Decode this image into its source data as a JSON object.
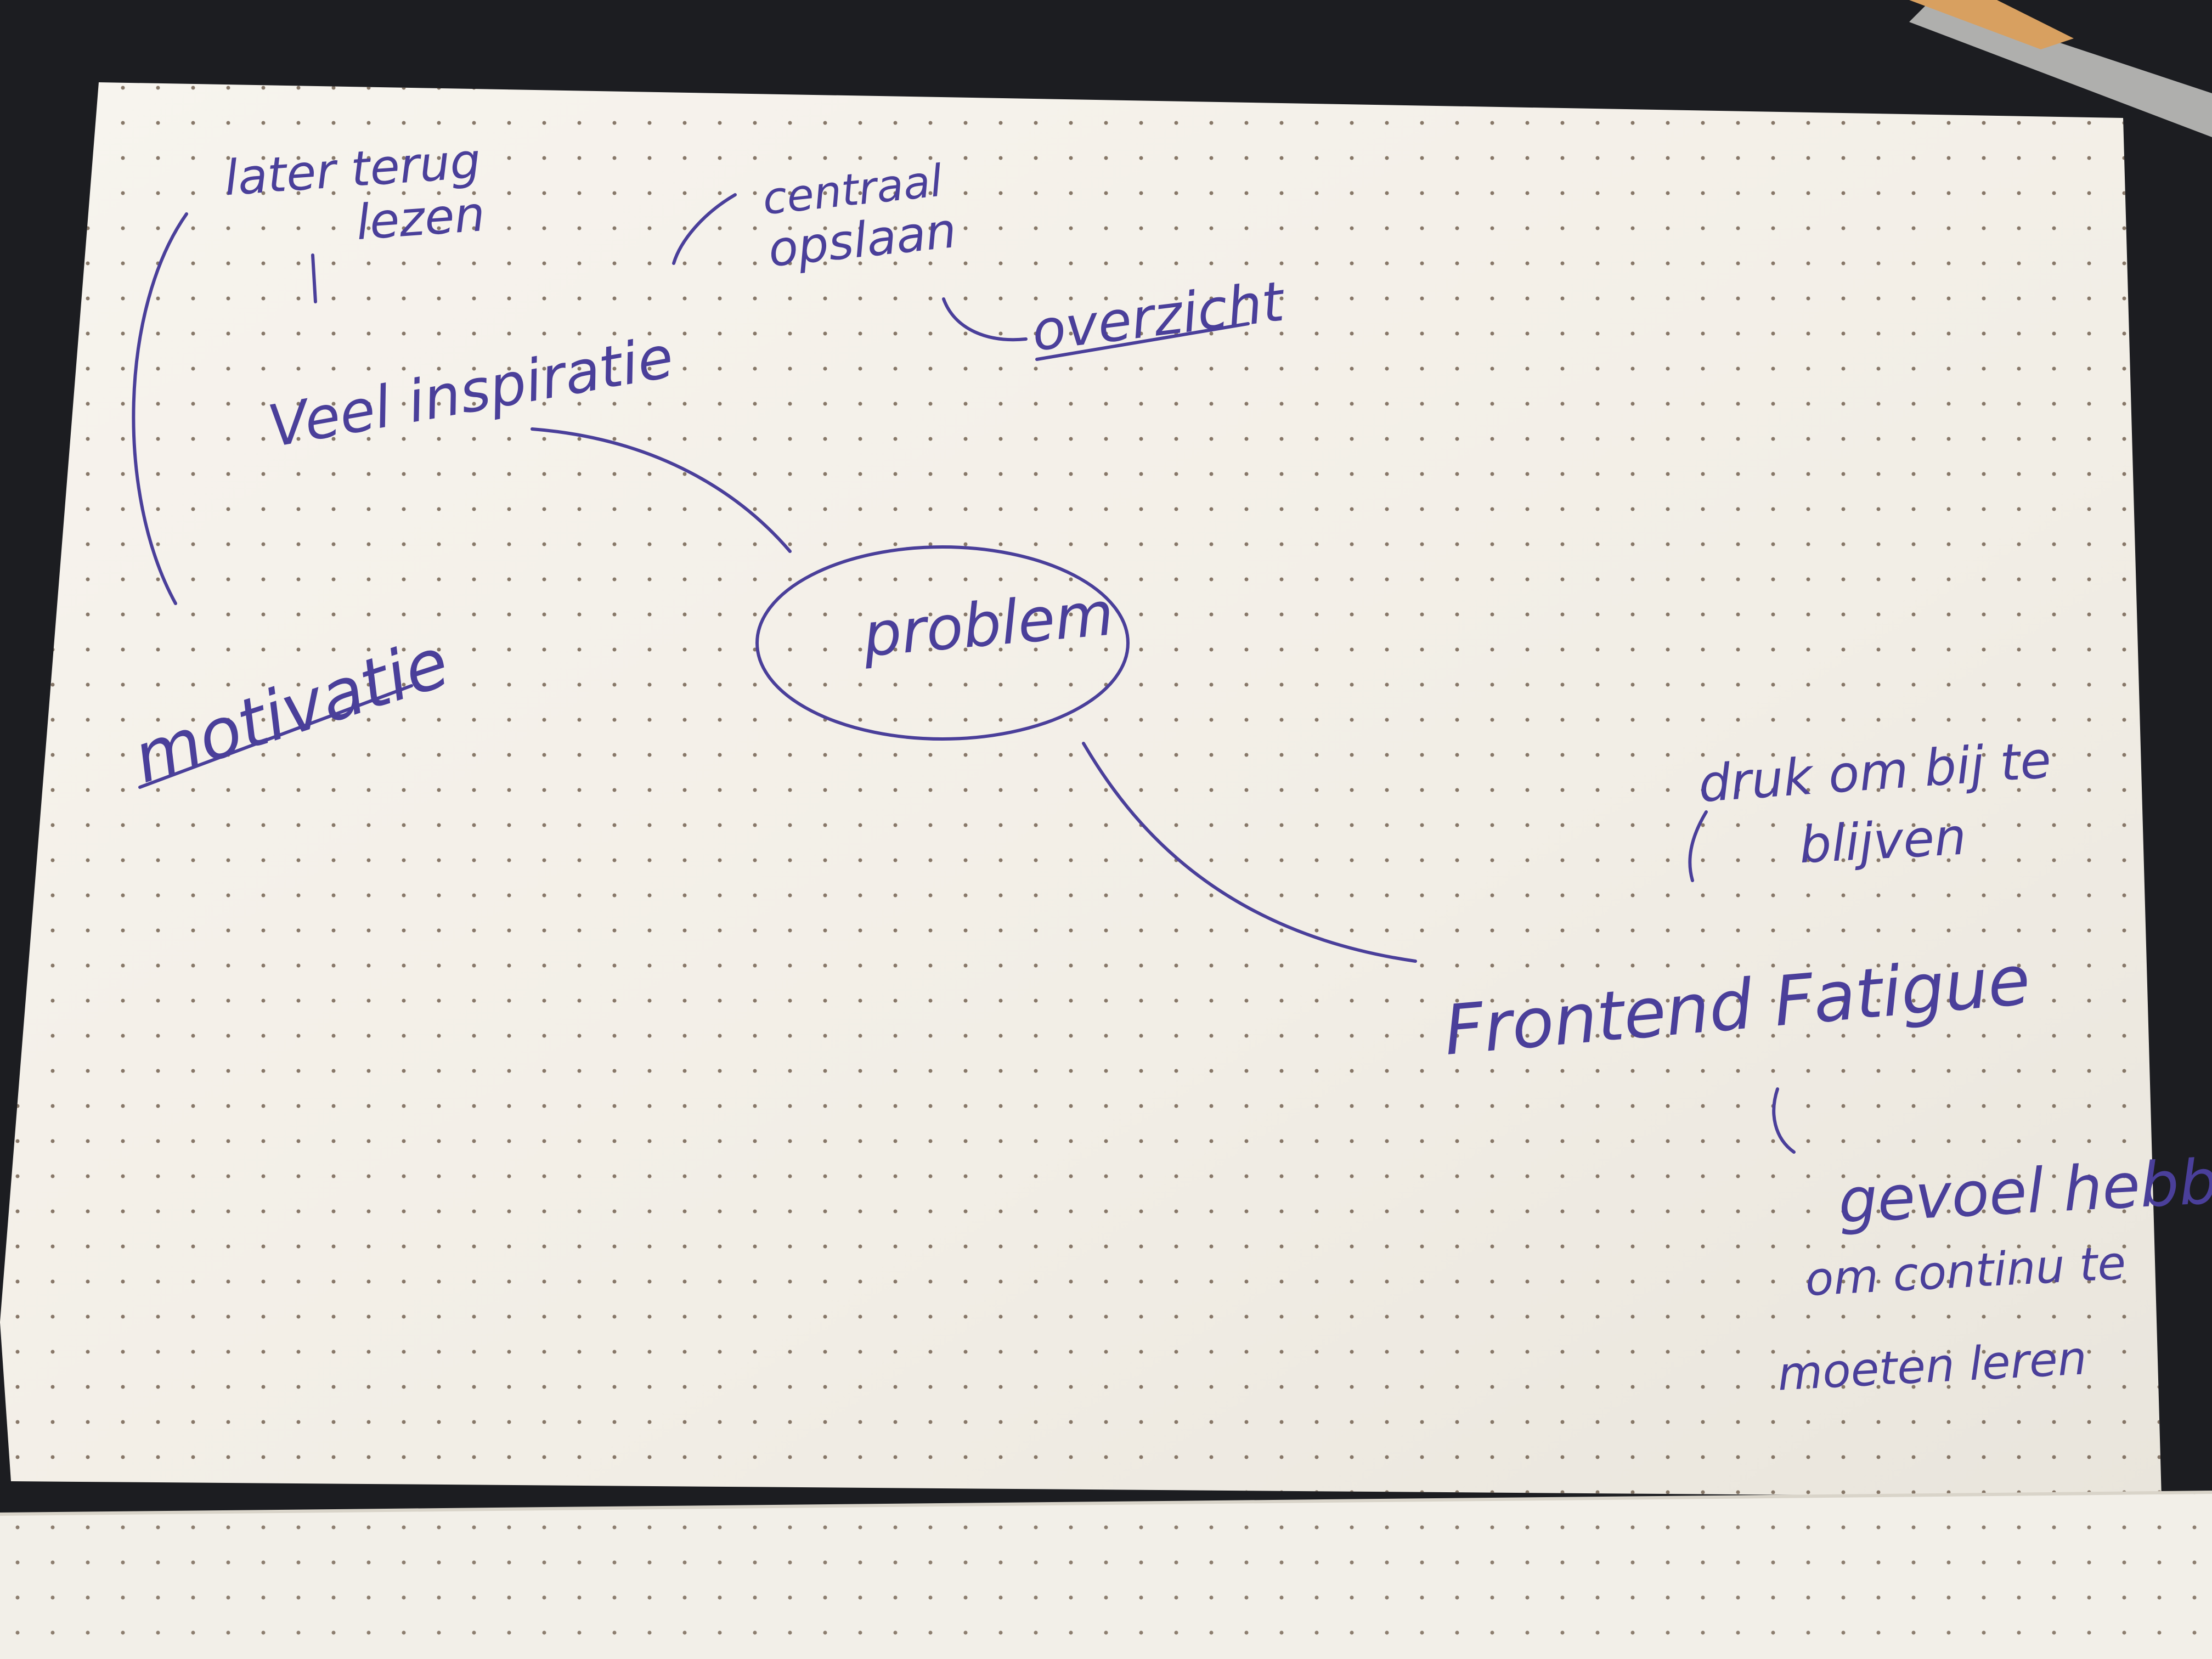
{
  "mindmap": {
    "center": "problem",
    "branches": [
      {
        "label": "Veel inspiratie",
        "children": [
          {
            "label": "later terug lezen"
          },
          {
            "label": "centraal opslaan"
          },
          {
            "label": "overzicht"
          }
        ]
      },
      {
        "label": "motivatie"
      },
      {
        "label": "Frontend Fatigue",
        "children": [
          {
            "label": "druk om bij te blijven"
          },
          {
            "label": "gevoel hebben om continu te moeten leren"
          }
        ]
      }
    ]
  },
  "texts": {
    "center": "problem",
    "veel_inspiratie": "Veel inspiratie",
    "later_line1": "later terug",
    "later_line2": "lezen",
    "centraal_line1": "centraal",
    "centraal_line2": "opslaan",
    "overzicht": "overzicht",
    "motivatie": "motivatie",
    "frontend": "Frontend Fatigue",
    "druk_line1": "druk om bij te",
    "druk_line2": "blijven",
    "gevoel_line1": "gevoel hebben",
    "gevoel_line2": "om continu te",
    "gevoel_line3": "moeten leren"
  },
  "colors": {
    "ink": "#4a3f9a",
    "paper": "#f4f1ea",
    "dots": "#7b6a5a",
    "background": "#1c1d21"
  }
}
